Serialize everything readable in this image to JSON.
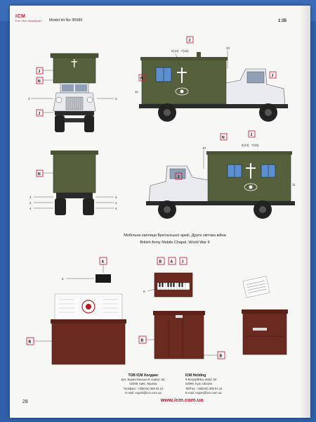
{
  "header": {
    "logo": "ICM",
    "tagline": "For the Hobbyist",
    "model_kit": "Model kit No 35586",
    "scale": "1:35"
  },
  "callouts": {
    "j": "J",
    "n": "N",
    "a": "A",
    "b": "B"
  },
  "part_numbers": {
    "n3": "3",
    "n2": "2",
    "n4": "4",
    "n5_14": "5(14)",
    "n7_15": "7(15)",
    "n5_14b": "5(14)",
    "n7_16": "7(16)",
    "n10": "10",
    "n11": "11",
    "n6": "6",
    "n8": "8"
  },
  "caption": {
    "ukrainian": "Мобільна каплиця Британської армії, Друга світова війна",
    "english": "British Army Mobile Chapel, World War II"
  },
  "footer": {
    "company_ua": "ТОВ ICM Холдинг",
    "address_ua": "вул. Бориспільська 9, корпус 64,",
    "city_ua": "02099, Київ, Україна",
    "phone_ua": "Тел/факс: +38(044) 369 54 12",
    "email_ua": "E-mail: export@icm.com.ua",
    "company_en": "ICM Holding",
    "address_en": "9 Borysplilska, Build. 64",
    "city_en": "02099, Kyiv, Ukraine",
    "phone_en": "Tel/Fax: +38(044) 369 54 12",
    "email_en": "E-mail: export@icm.com.ua",
    "url": "www.icm.com.ua",
    "page": "28"
  },
  "colors": {
    "olive": "#55603d",
    "olive_dark": "#3f4a2c",
    "white_body": "#e9ebee",
    "brown": "#6b2a20",
    "callout_red": "#c8102e",
    "window_blue": "#5b8fcf"
  },
  "icons": [
    "cross-icon",
    "regimental-badge-icon",
    "keyboard-icon"
  ]
}
